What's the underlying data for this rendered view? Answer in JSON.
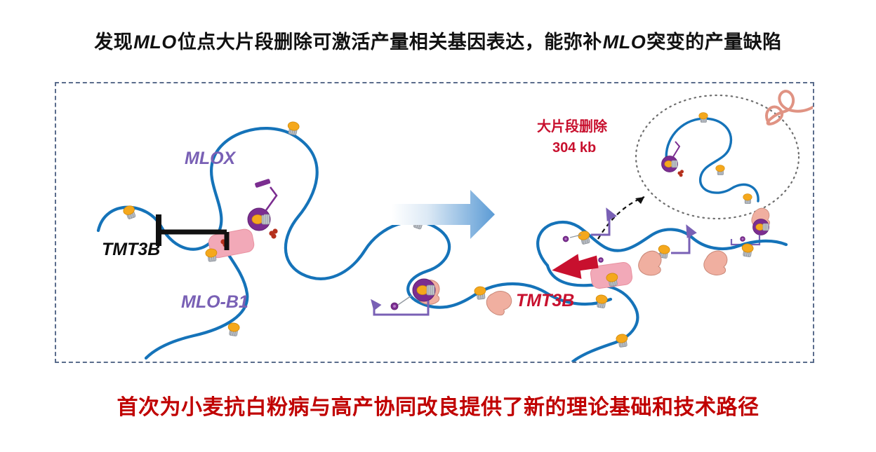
{
  "headline": {
    "part1": "发现",
    "gene1": "MLO",
    "part2": "位点大片段删除可激活产量相关基因表达，能弥补",
    "gene2": "MLO",
    "part3": "突变的产量缺陷"
  },
  "conclusion": {
    "text": "首次为小麦抗白粉病与高产协同改良提供了新的理论基础和技术路径"
  },
  "figure": {
    "left_panel": {
      "labels": {
        "mlox": "MLOX",
        "tmt3b": "TMT3B",
        "mlob1": "MLO-B1"
      }
    },
    "right_panel": {
      "labels": {
        "deletion_cn": "大片段删除",
        "deletion_size": "304 kb",
        "tmt3b": "TMT3B"
      }
    }
  },
  "colors": {
    "dna_strand": "#1573B9",
    "nucleosome_purple": "#7B2D90",
    "histone_mark_orange": "#F5A81C",
    "protein_salmon": "#F0AFA0",
    "repressor_pink": "#F2A9B8",
    "accent_red": "#C8102E",
    "headline_black": "#111111",
    "conclusion_red": "#C00000",
    "frame_dashed": "#5A6C8C",
    "label_purple": "#7960B5",
    "arrow_blue_start": "#FFFFFF",
    "arrow_blue_end": "#5B9BD5"
  }
}
